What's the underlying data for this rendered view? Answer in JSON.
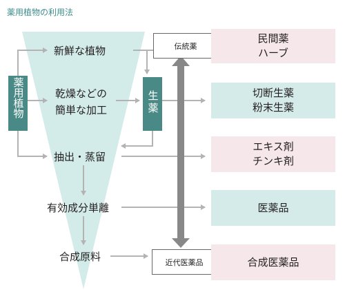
{
  "title": "薬用植物の利用法",
  "left_label": "薬用植物",
  "process_steps": {
    "fresh": "新鮮な植物",
    "dried_line1": "乾燥などの",
    "dried_line2": "簡単な加工",
    "extract": "抽出・蒸留",
    "isolate": "有効成分単離",
    "synth": "合成原料"
  },
  "herbal_label": "生薬",
  "traditional_box": "伝統薬",
  "modern_box": "近代医薬品",
  "outputs": [
    {
      "line1": "民間薬",
      "line2": "ハーブ",
      "style": "pink"
    },
    {
      "line1": "切断生薬",
      "line2": "粉末生薬",
      "style": "mint"
    },
    {
      "line1": "エキス剤",
      "line2": "チンキ剤",
      "style": "pink"
    },
    {
      "line1": "医薬品",
      "line2": "",
      "style": "mint"
    },
    {
      "line1": "合成医薬品",
      "line2": "",
      "style": "pink"
    }
  ],
  "colors": {
    "title": "#3e8e8e",
    "triangle": "#d4ece9",
    "dark_teal": "#4a8a86",
    "arrow": "#b3b3b3",
    "double_arrow": "#888888",
    "pink": "#f6e7ea",
    "mint": "#d5ebe9"
  }
}
